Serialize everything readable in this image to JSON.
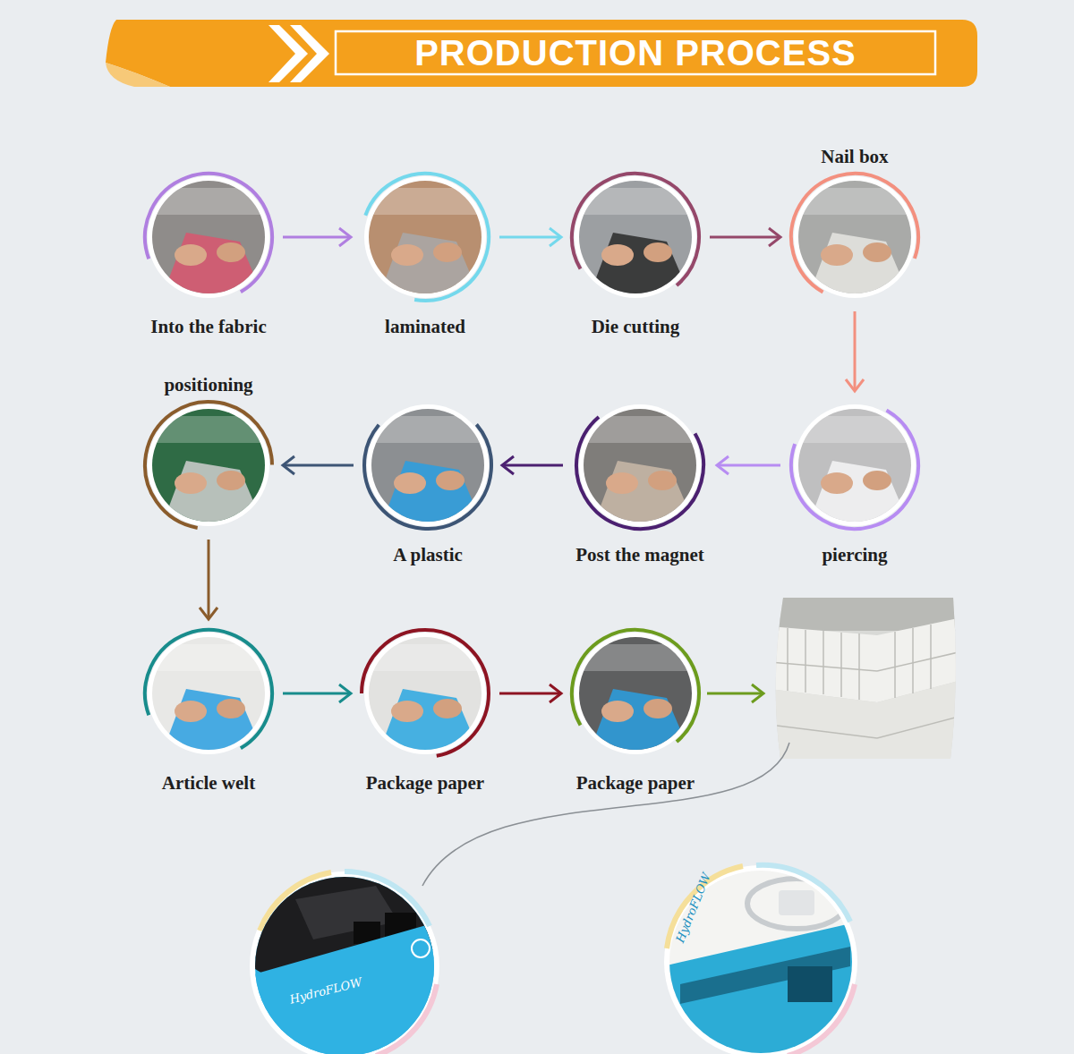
{
  "diagram": {
    "title": "PRODUCTION PROCESS",
    "nodes": [
      {
        "text": [
          "Into the fabric"
        ]
      },
      {
        "text": [
          "laminated"
        ]
      },
      {
        "text": [
          "Die cutting"
        ]
      },
      {
        "text": [
          "Nail box"
        ]
      },
      {
        "text": [
          "piercing"
        ]
      },
      {
        "text": [
          "Post the magnet"
        ]
      },
      {
        "text": [
          "A plastic"
        ]
      },
      {
        "text": [
          "positioning"
        ]
      },
      {
        "text": [
          "Article welt"
        ]
      },
      {
        "text": [
          "Package paper"
        ]
      },
      {
        "text": [
          "Package paper"
        ]
      }
    ],
    "edges": [
      {
        "from": 0,
        "to": 1,
        "arrow": "to"
      },
      {
        "from": 1,
        "to": 2,
        "arrow": "to"
      },
      {
        "from": 2,
        "to": 3,
        "arrow": "to"
      },
      {
        "from": 3,
        "to": 4,
        "arrow": "to"
      },
      {
        "from": 4,
        "to": 5,
        "arrow": "to"
      },
      {
        "from": 5,
        "to": 6,
        "arrow": "to"
      },
      {
        "from": 6,
        "to": 7,
        "arrow": "to"
      },
      {
        "from": 7,
        "to": 8,
        "arrow": "to"
      },
      {
        "from": 8,
        "to": 9,
        "arrow": "to"
      },
      {
        "from": 9,
        "to": 10,
        "arrow": "to"
      }
    ],
    "labels": [
      "HydroFLOW",
      "HydroFLOW"
    ]
  }
}
